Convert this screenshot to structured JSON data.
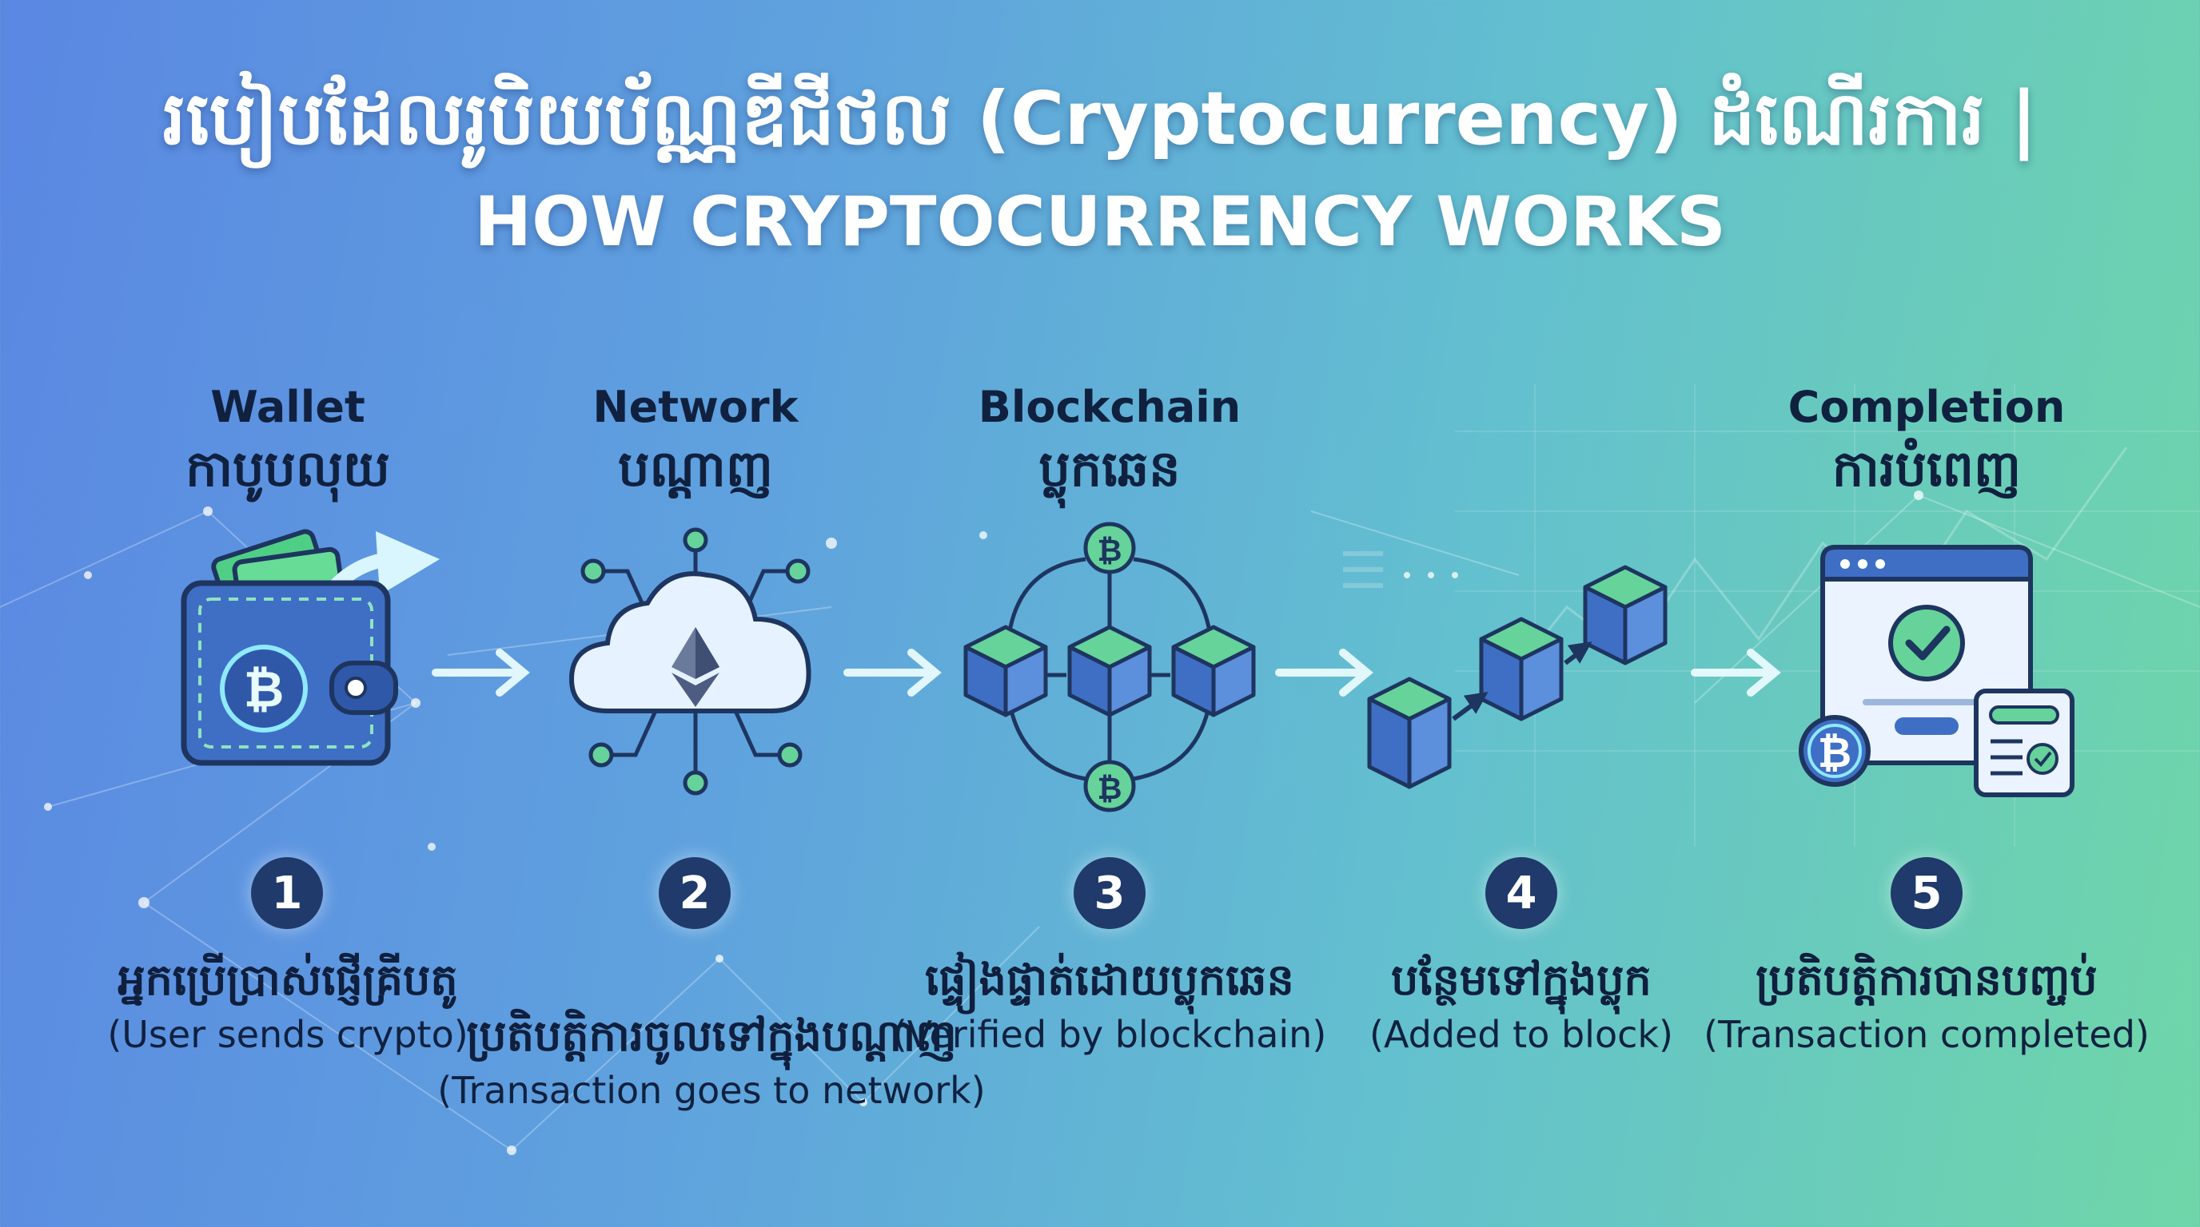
{
  "title": {
    "line1": "របៀបដែលរូបិយប័ណ្ណឌីជីថល (Cryptocurrency) ដំណើរការ |",
    "line2": "HOW CRYPTOCURRENCY WORKS"
  },
  "steps": [
    {
      "number": "1",
      "title_en": "Wallet",
      "title_km": "កាបូបលុយ",
      "desc_km": "អ្នកប្រើប្រាស់ផ្ញើគ្រីបតូ",
      "desc_en": "(User sends crypto)"
    },
    {
      "number": "2",
      "title_en": "Network",
      "title_km": "បណ្តាញ",
      "desc_km": "ប្រតិបត្តិការចូលទៅក្នុងបណ្តាញ",
      "desc_en": "(Transaction goes to network)"
    },
    {
      "number": "3",
      "title_en": "Blockchain",
      "title_km": "ប្លុកឆេន",
      "desc_km": "ផ្ទៀងផ្ទាត់ដោយប្លុកឆេន",
      "desc_en": "(Verified by blockchain)"
    },
    {
      "number": "4",
      "title_en": "",
      "title_km": "",
      "desc_km": "បន្ថែមទៅក្នុងប្លុក",
      "desc_en": "(Added to block)"
    },
    {
      "number": "5",
      "title_en": "Completion",
      "title_km": "ការបំពេញ",
      "desc_km": "ប្រតិបត្តិការបានបញ្ចប់",
      "desc_en": "(Transaction completed)"
    }
  ],
  "icons": [
    "wallet-icon",
    "cloud-network-icon",
    "blockchain-icon",
    "added-blocks-icon",
    "transaction-complete-icon"
  ],
  "colors": {
    "badge": "#1f3a6b",
    "cube_top": "#66d39a",
    "cube_side": "#3f6fc4",
    "outline": "#1e3560",
    "accent_glow": "#ffffff"
  }
}
